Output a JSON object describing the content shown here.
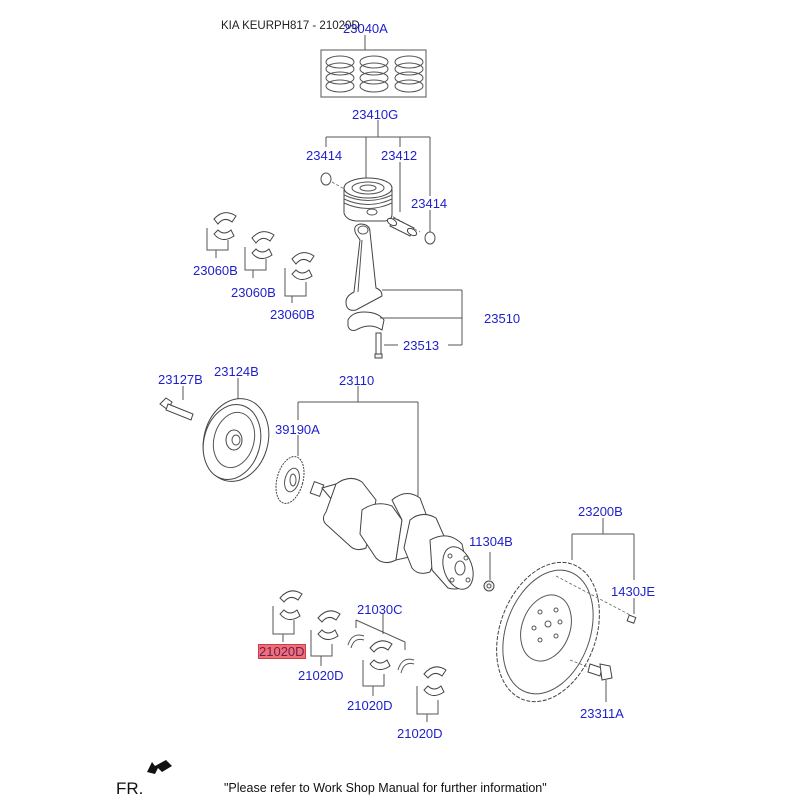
{
  "diagram": {
    "title": "KIA KEURPH817 - 21020D",
    "footer": {
      "direction_label": "FR.",
      "note": "\"Please refer to Work Shop Manual for further information\""
    },
    "highlight_color": "#ef6f76",
    "label_color": "#1f1fcc",
    "parts": [
      {
        "id": "p1",
        "number": "23040A",
        "name": "piston-ring-set"
      },
      {
        "id": "p2",
        "number": "23410G",
        "name": "piston-assembly"
      },
      {
        "id": "p3",
        "number": "23414",
        "name": "snap-ring-left"
      },
      {
        "id": "p4",
        "number": "23412",
        "name": "piston-pin"
      },
      {
        "id": "p5",
        "number": "23414",
        "name": "snap-ring-right"
      },
      {
        "id": "p6",
        "number": "23060B",
        "name": "connecting-rod-bearing-1"
      },
      {
        "id": "p7",
        "number": "23060B",
        "name": "connecting-rod-bearing-2"
      },
      {
        "id": "p8",
        "number": "23060B",
        "name": "connecting-rod-bearing-3"
      },
      {
        "id": "p9",
        "number": "23510",
        "name": "connecting-rod-assembly"
      },
      {
        "id": "p10",
        "number": "23513",
        "name": "connecting-rod-bolt"
      },
      {
        "id": "p11",
        "number": "23127B",
        "name": "pulley-bolt"
      },
      {
        "id": "p12",
        "number": "23124B",
        "name": "crankshaft-pulley"
      },
      {
        "id": "p13",
        "number": "23110",
        "name": "crankshaft-assembly"
      },
      {
        "id": "p14",
        "number": "39190A",
        "name": "crankshaft-sprocket-wheel"
      },
      {
        "id": "p15",
        "number": "11304B",
        "name": "plug"
      },
      {
        "id": "p16",
        "number": "23200B",
        "name": "flywheel-assembly"
      },
      {
        "id": "p17",
        "number": "1430JE",
        "name": "dowel-pin"
      },
      {
        "id": "p18",
        "number": "23311A",
        "name": "flywheel-bolt"
      },
      {
        "id": "p19",
        "number": "21030C",
        "name": "thrust-bearing-set"
      },
      {
        "id": "p20",
        "number": "21020D",
        "name": "main-bearing-1",
        "highlighted": true
      },
      {
        "id": "p21",
        "number": "21020D",
        "name": "main-bearing-2"
      },
      {
        "id": "p22",
        "number": "21020D",
        "name": "main-bearing-3"
      },
      {
        "id": "p23",
        "number": "21020D",
        "name": "main-bearing-4"
      }
    ]
  }
}
